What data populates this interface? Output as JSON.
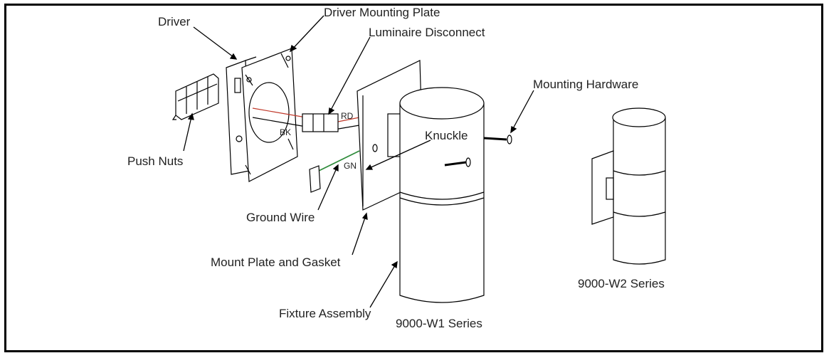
{
  "labels": {
    "driver": "Driver",
    "driver_mounting_plate": "Driver Mounting Plate",
    "luminaire_disconnect": "Luminaire Disconnect",
    "mounting_hardware": "Mounting Hardware",
    "push_nuts": "Push Nuts",
    "knuckle": "Knuckle",
    "ground_wire": "Ground Wire",
    "mount_plate_gasket": "Mount Plate and Gasket",
    "fixture_assembly": "Fixture Assembly",
    "series_w1": "9000-W1 Series",
    "series_w2": "9000-W2 Series"
  },
  "wire_codes": {
    "red": "RD",
    "black": "BK",
    "green": "GN"
  },
  "colors": {
    "red_wire": "#c0392b",
    "green_wire": "#2e8b3a",
    "line": "#000000"
  }
}
